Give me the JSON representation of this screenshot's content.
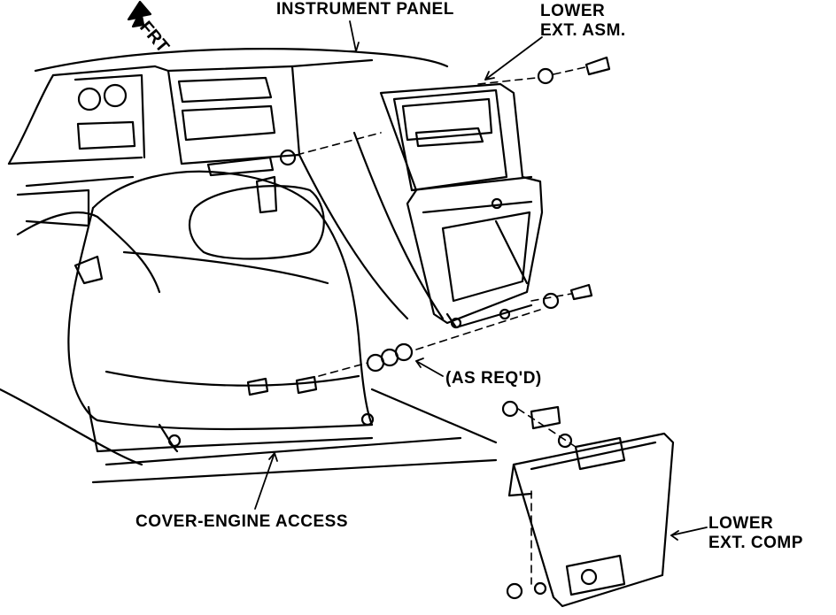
{
  "labels": {
    "instrument_panel": "INSTRUMENT PANEL",
    "lower_ext_asm_line1": "LOWER",
    "lower_ext_asm_line2": "EXT. ASM.",
    "frt": "FRT",
    "as_reqd": "(AS REQ'D)",
    "cover_engine_access": "COVER-ENGINE ACCESS",
    "lower_ext_comp_line1": "LOWER",
    "lower_ext_comp_line2": "EXT. COMP"
  },
  "colors": {
    "ink": "#000000",
    "paper": "#ffffff"
  }
}
